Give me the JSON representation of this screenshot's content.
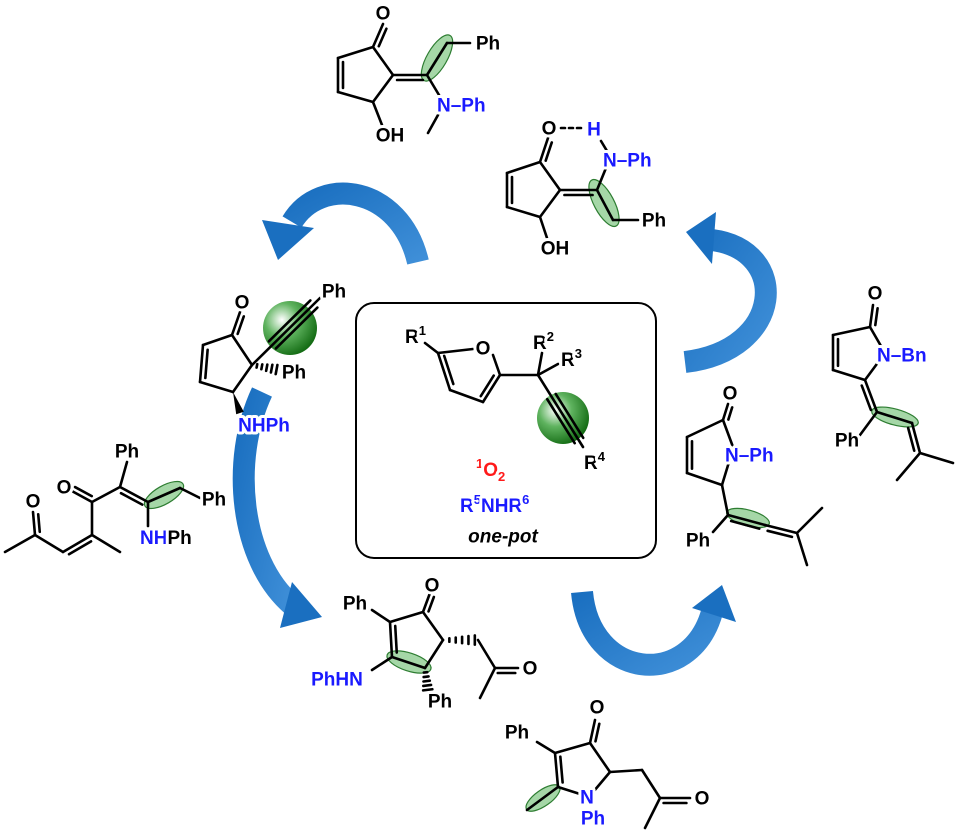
{
  "colors": {
    "text": "#000000",
    "heteroatom": "#1a1aff",
    "reagent_red": "#ff1a1a",
    "arrow": "#1a6fc0",
    "highlight": "#2e8b2e",
    "box": "#000000"
  },
  "icons": {
    "arrows": "curved-reaction-arrow",
    "highlight": "green-sphere"
  },
  "structures": {
    "top_enaminone_methyl": {
      "o": "O",
      "ph": "Ph",
      "n_ph": "N–Ph",
      "oh": "OH"
    },
    "top_enaminone_hbond": {
      "o": "O",
      "h": "H",
      "n_ph": "N–Ph",
      "ph": "Ph",
      "oh": "OH"
    },
    "spiro_alkyne": {
      "o": "O",
      "alkyne_ph": "Ph",
      "ph": "Ph",
      "nhph": "NHPh"
    },
    "center": {
      "furan_o": "O",
      "r1": "R",
      "r1_sup": "1",
      "r2": "R",
      "r2_sup": "2",
      "r3": "R",
      "r3_sup": "3",
      "r4": "R",
      "r4_sup": "4",
      "oxygen_sup": "1",
      "oxygen": "O",
      "oxygen_sub": "2",
      "amine_r5": "R",
      "amine_r5_sup": "5",
      "amine_nhr": "NHR",
      "amine_r6_sup": "6",
      "condition": "one-pot"
    },
    "acyclic_enaminone": {
      "o1": "O",
      "o2": "O",
      "ph1": "Ph",
      "ph2": "Ph",
      "nh": "NH",
      "nh_ph": "Ph"
    },
    "cyclopentenone": {
      "o": "O",
      "ph": "Ph",
      "phhn": "PhHN",
      "ph2": "Ph",
      "o2": "O"
    },
    "pyrrolone_bn": {
      "o": "O",
      "n_bn": "N–Bn",
      "ph": "Ph"
    },
    "pyrrolone_allene": {
      "o": "O",
      "n_ph": "N–Ph",
      "ph": "Ph"
    },
    "pyrrolinone": {
      "o": "O",
      "ph": "Ph",
      "n": "N",
      "n_ph": "Ph",
      "o2": "O"
    }
  }
}
